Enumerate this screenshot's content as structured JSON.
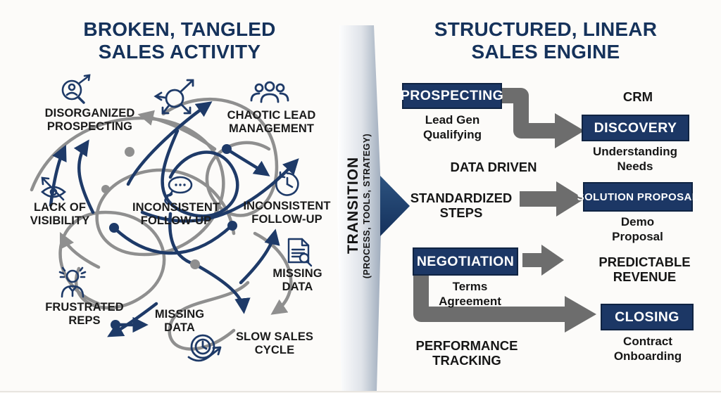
{
  "left": {
    "title": "BROKEN, TANGLED\nSALES ACTIVITY",
    "labels": [
      {
        "text": "DISORGANIZED\nPROSPECTING",
        "icon": "magnifier-person-icon"
      },
      {
        "text": "CHAOTIC LEAD\nMANAGEMENT",
        "icon": "people-group-icon"
      },
      {
        "text": "LACK OF\nVISIBILITY",
        "icon": "eye-slash-icon"
      },
      {
        "text": "INCONSISTENT\nFOLLOW-UP",
        "icon": "speech-bubble-icon"
      },
      {
        "text": "INCONSISTENT\nFOLLOW-UP",
        "icon": "clock-icon"
      },
      {
        "text": "MISSING\nDATA",
        "icon": "document-search-icon"
      },
      {
        "text": "FRUSTRATED\nREPS",
        "icon": "frustrated-person-icon"
      },
      {
        "text": "MISSING\nDATA",
        "icon": ""
      },
      {
        "text": "SLOW SALES\nCYCLE",
        "icon": "stopwatch-arrow-icon"
      }
    ]
  },
  "transition": {
    "title": "TRANSITION",
    "subtitle": "(PROCESS, TOOLS, STRATEGY)"
  },
  "right": {
    "title": "STRUCTURED, LINEAR\nSALES ENGINE",
    "stages": [
      {
        "label": "PROSPECTING",
        "sub": "Lead Gen\nQualifying"
      },
      {
        "label": "DISCOVERY",
        "sub": "Understanding\nNeeds"
      },
      {
        "label": "SOLUTION PROPOSAL",
        "sub": "Demo\nProposal"
      },
      {
        "label": "NEGOTIATION",
        "sub": "Terms\nAgreement"
      },
      {
        "label": "CLOSING",
        "sub": "Contract\nOnboarding"
      }
    ],
    "notes": [
      {
        "text": "CRM"
      },
      {
        "text": "DATA DRIVEN"
      },
      {
        "text": "STANDARDIZED\nSTEPS"
      },
      {
        "text": "PREDICTABLE\nREVENUE"
      },
      {
        "text": "PERFORMANCE\nTRACKING"
      }
    ]
  },
  "colors": {
    "navy": "#1c3765",
    "navy_stroke": "#1e3a68",
    "title_navy": "#15325b",
    "arrow_gray": "#6d6d6d",
    "tangle_gray": "#8f8f8f",
    "text_dark": "#161616",
    "band_edge": "#9eabbc"
  }
}
